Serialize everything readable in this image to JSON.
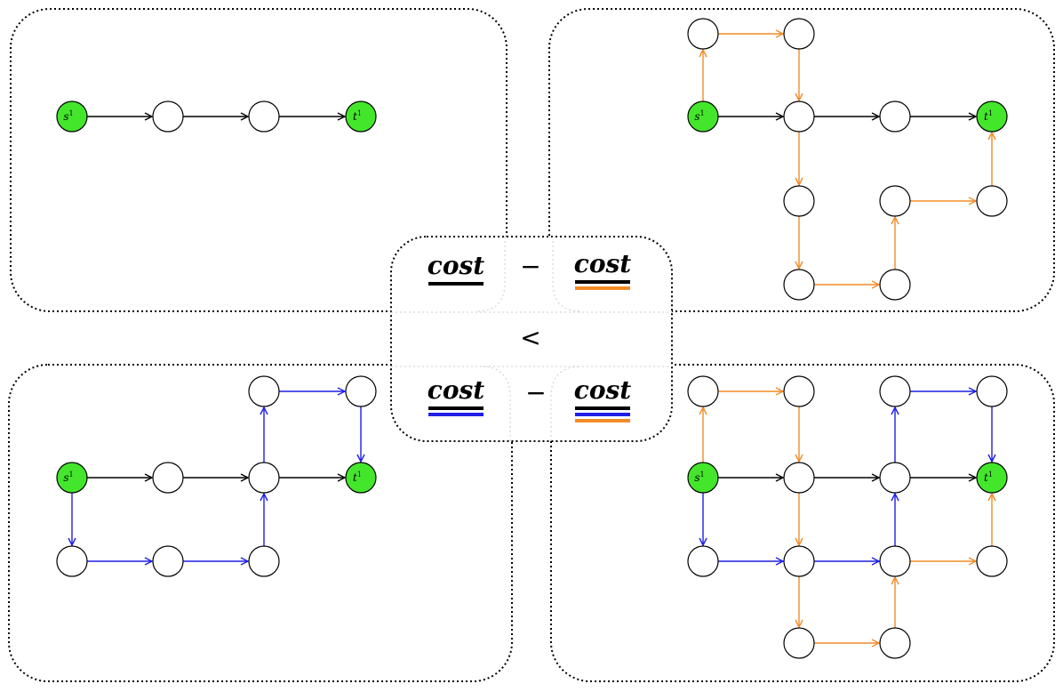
{
  "colors": {
    "base_path": "#000000",
    "orange_path": "#f28c28",
    "blue_path": "#1f1fe6",
    "terminal_fill": "#44e62c",
    "node_fill": "#ffffff"
  },
  "labels": {
    "source": "s",
    "target": "t",
    "superscript": "1"
  },
  "formula": {
    "cost": "cost",
    "minus": "−",
    "less_than": "<"
  }
}
